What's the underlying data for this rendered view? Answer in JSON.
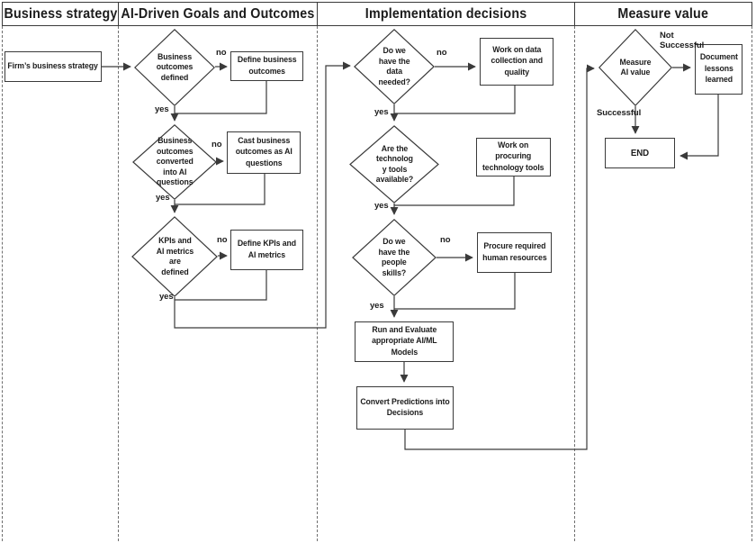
{
  "diagram": {
    "type": "flowchart",
    "title": "AI-driven business value flowchart",
    "lanes": [
      {
        "title": "Business strategy"
      },
      {
        "title": "AI-Driven Goals and Outcomes"
      },
      {
        "title": "Implementation decisions"
      },
      {
        "title": "Measure value"
      }
    ],
    "nodes": {
      "firm": {
        "shape": "rect",
        "label": "Firm’s business strategy"
      },
      "d_outcomes": {
        "shape": "diamond",
        "label": "Business\noutcomes\ndefined"
      },
      "define_outcomes": {
        "shape": "rect",
        "label": "Define business\noutcomes"
      },
      "d_converted": {
        "shape": "diamond",
        "label": "Business\noutcomes\nconverted\ninto AI\nquestions"
      },
      "cast_outcomes": {
        "shape": "rect",
        "label": "Cast business\noutcomes as AI\nquestions"
      },
      "d_kpis": {
        "shape": "diamond",
        "label": "KPIs and\nAI metrics\nare\ndefined"
      },
      "define_kpis": {
        "shape": "rect",
        "label": "Define KPIs and\nAI metrics"
      },
      "d_data": {
        "shape": "diamond",
        "label": "Do we\nhave the\ndata\nneeded?"
      },
      "work_data": {
        "shape": "rect",
        "label": "Work on data\ncollection and\nquality"
      },
      "d_tech": {
        "shape": "diamond",
        "label": "Are the\ntechnolog\ny tools\navailable?"
      },
      "work_tech": {
        "shape": "rect",
        "label": "Work on\nprocuring\ntechnology tools"
      },
      "d_people": {
        "shape": "diamond",
        "label": "Do we\nhave the\npeople\nskills?"
      },
      "procure": {
        "shape": "rect",
        "label": "Procure required\nhuman resources"
      },
      "run_models": {
        "shape": "rect",
        "label": "Run and Evaluate\nappropriate AI/ML\nModels"
      },
      "convert": {
        "shape": "rect",
        "label": "Convert Predictions into\nDecisions"
      },
      "d_measure": {
        "shape": "diamond",
        "label": "Measure\nAI value"
      },
      "document": {
        "shape": "rect",
        "label": "Document\nlessons\nlearned"
      },
      "end": {
        "shape": "rect",
        "label": "END"
      }
    },
    "labels": {
      "yes": "yes",
      "no": "no",
      "successful": "Successful",
      "not_successful": "Not\nSuccessful"
    },
    "edges": [
      {
        "from": "firm",
        "to": "d_outcomes"
      },
      {
        "from": "d_outcomes",
        "to": "define_outcomes",
        "label": "no"
      },
      {
        "from": "define_outcomes",
        "to": "d_converted"
      },
      {
        "from": "d_outcomes",
        "to": "d_converted",
        "label": "yes"
      },
      {
        "from": "d_converted",
        "to": "cast_outcomes",
        "label": "no"
      },
      {
        "from": "cast_outcomes",
        "to": "d_kpis"
      },
      {
        "from": "d_converted",
        "to": "d_kpis",
        "label": "yes"
      },
      {
        "from": "d_kpis",
        "to": "define_kpis",
        "label": "no"
      },
      {
        "from": "define_kpis",
        "to": "d_data"
      },
      {
        "from": "d_kpis",
        "to": "d_data",
        "label": "yes"
      },
      {
        "from": "d_data",
        "to": "work_data",
        "label": "no"
      },
      {
        "from": "work_data",
        "to": "d_tech"
      },
      {
        "from": "d_data",
        "to": "d_tech",
        "label": "yes"
      },
      {
        "from": "work_tech",
        "to": "d_people"
      },
      {
        "from": "d_tech",
        "to": "d_people",
        "label": "yes"
      },
      {
        "from": "d_people",
        "to": "procure",
        "label": "no"
      },
      {
        "from": "procure",
        "to": "run_models"
      },
      {
        "from": "d_people",
        "to": "run_models",
        "label": "yes"
      },
      {
        "from": "run_models",
        "to": "convert"
      },
      {
        "from": "convert",
        "to": "d_measure"
      },
      {
        "from": "d_measure",
        "to": "document",
        "label": "Not Successful"
      },
      {
        "from": "d_measure",
        "to": "end",
        "label": "Successful"
      },
      {
        "from": "document",
        "to": "end"
      }
    ],
    "colors": {
      "line": "#3a3a3a",
      "text": "#1c1c1c",
      "divider": "#6f6f6f",
      "background": "#ffffff"
    }
  }
}
